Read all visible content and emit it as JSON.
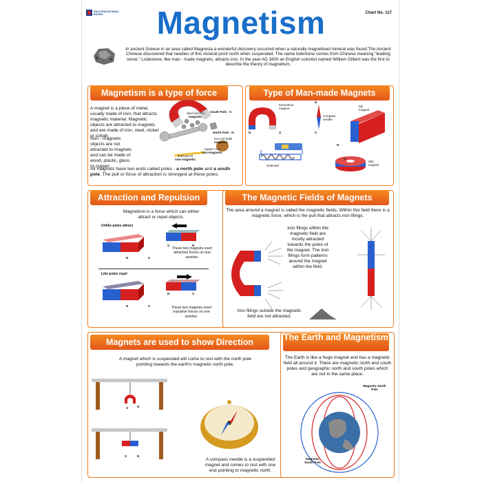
{
  "header": {
    "publisher": "GALA EDUCATIONAL BOOKS",
    "title": "Magnetism",
    "chart_no": "Chart No. 117"
  },
  "intro": "In ancient Greece in an area called Magnesia a wonderful discovery occurred when a naturally magnetised mineral was found.The Ancient Chinese discovered that needles of this mineral point north when suspended. The name lodestone comes from Chinese meaning \"leading stone.\" Lodestone, like man - made magnets, attracts iron. In the year AD 1600 an English scientist named William Gilbert was the first to describe the theory of magnetism.",
  "sections": {
    "force": {
      "title": "Magnetism is a type of force",
      "body": "A magnet is a piece of metal, usually made of iron, that attracts magnetic material. Magnetic objects are attracted to magnets and are made of iron, steel, nickel or cobalt.",
      "body2": "Non - magnetic objects are not attracted to magnets and can be made of wood, plastic, glass or copper.",
      "labels": {
        "steel_wrench": "steel wrench",
        "steel_wrench_sub": "magnetic",
        "south_pole": "South Pole - S",
        "north_pole": "North Pole - N",
        "iron_nut": "iron nut bolts",
        "iron_nut_sub": "magnetic",
        "copper_coin": "copper coin",
        "copper_coin_sub": "non-magnetic",
        "lead_pencil": "lead pencil",
        "lead_pencil_sub": "non-magnetic"
      },
      "poles_pre": "All magnets have two ends called poles - ",
      "poles_n": "a north pole",
      "poles_and": " and ",
      "poles_s": "a south pole",
      "poles_post": ". The pull or force of attraction is strongest at these poles."
    },
    "types": {
      "title": "Type of Man-made Magnets",
      "labels": {
        "horseshoe": "horseshoe magnet",
        "compass": "compass needle",
        "bar": "bar magnet",
        "solenoid": "Solenoid",
        "disc": "disc magnet",
        "n": "N",
        "s": "S"
      }
    },
    "attraction": {
      "title": "Attraction and Repulsion",
      "intro": "Magnetism is a force which can either attract or repel objects.",
      "unlike": "Unlike poles attract",
      "unlike_desc": "These two magnets exert attractive forces on one another.",
      "like": "Like poles repel",
      "like_desc": "These two magnets exert repulsive forces on one another.",
      "n": "N",
      "s": "S"
    },
    "fields": {
      "title": "The Magnetic Fields of Magnets",
      "intro": "The area around a magnet is called the magnetic fields. Within this field there is a magnetic force, which is the pull that attracts iron filings.",
      "middle": "Iron filings within the magnetic field are mostly attracted towards the poles of the magnet. The iron filings form patterns around the magnet within the field.",
      "bottom": "Iron filings outside the magnetic field are not attracted."
    },
    "direction": {
      "title": "Magnets are used to show Direction",
      "body": "A magnet which is suspended will come to rest with the north pole pointing towards the earth's magnetic north pole.",
      "compass": "A compass needle is a suspended magnet and comes to rest with one end pointing to magnetic north.",
      "n": "N",
      "s": "S"
    },
    "earth": {
      "title": "The Earth and Magnetism",
      "body": "The Earth is like a huge magnet and has a magnetic field all around it. There are magnetic north and south poles and geographic north and south poles which are not in the same place.",
      "north": "Magnetic North Pole",
      "south": "Magnetic South Pole"
    }
  },
  "colors": {
    "header": "#e86a1a",
    "border": "#f07a1a",
    "title": "#1a6fc9",
    "red": "#d62020",
    "blue": "#2a5fd0"
  }
}
